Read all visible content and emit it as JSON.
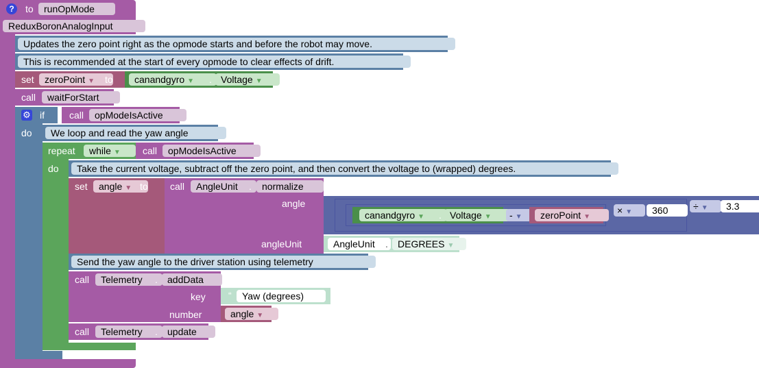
{
  "func": {
    "to_label": "to",
    "name": "runOpMode",
    "class_name": "ReduxBoronAnalogInput"
  },
  "comments": {
    "c1": "Updates the zero point right as the opmode starts and before the robot may move.",
    "c2": "This is recommended at the start of every opmode to clear effects of drift.",
    "c3": "We loop and read the yaw angle",
    "c4": "Take the current voltage, subtract off the zero point, and then convert the voltage to (wrapped) degrees.",
    "c5": "Send the yaw angle to the driver station using telemetry"
  },
  "kw": {
    "set": "set",
    "to": "to",
    "call": "call",
    "if": "if",
    "do": "do",
    "repeat": "repeat",
    "while": "while",
    "dot": ".",
    "quote_open": "“",
    "quote_close": "”"
  },
  "vars": {
    "zeroPoint": "zeroPoint",
    "angle": "angle"
  },
  "objects": {
    "canandgyro": "canandgyro",
    "voltage": "Voltage",
    "angle_unit": "AngleUnit",
    "normalize": "normalize",
    "degrees": "DEGREES",
    "telemetry": "Telemetry",
    "add_data": "addData",
    "update": "update"
  },
  "calls": {
    "wait_for_start": "waitForStart",
    "op_mode_is_active": "opModeIsActive"
  },
  "params": {
    "angle": "angle",
    "angle_unit": "angleUnit",
    "key": "key",
    "number": "number"
  },
  "math": {
    "minus": "-",
    "times": "×",
    "divide": "÷",
    "n360": "360",
    "n33": "3.3"
  },
  "text": {
    "yaw": "Yaw (degrees)"
  },
  "dropdown_arrow": "▼",
  "icons": [
    "help-icon",
    "gear-icon"
  ]
}
